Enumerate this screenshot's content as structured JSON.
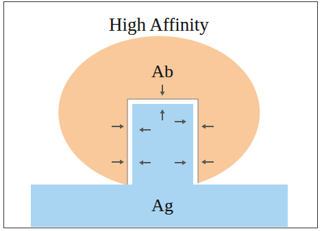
{
  "diagram": {
    "title": "High Affinity",
    "nodes": [
      {
        "text": [
          "Ab"
        ]
      },
      {
        "text": [
          "Ag"
        ]
      }
    ]
  }
}
